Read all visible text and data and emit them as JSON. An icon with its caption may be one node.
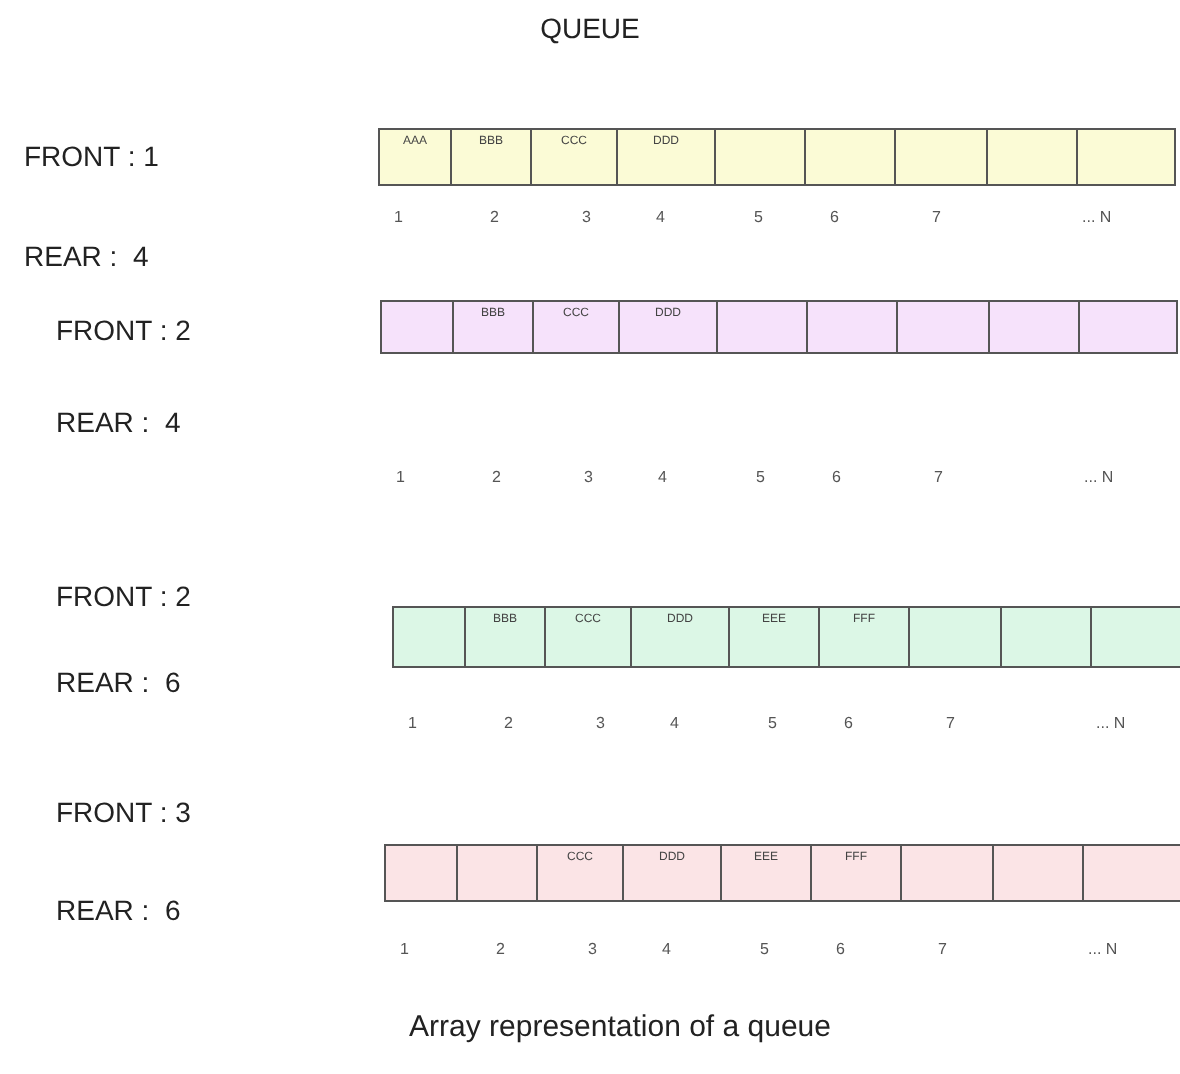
{
  "diagram": {
    "title": "QUEUE",
    "caption": "Array representation of a queue",
    "nodes": [
      {
        "text": [
          "AAA"
        ]
      },
      {
        "text": [
          "BBB"
        ]
      },
      {
        "text": [
          "CCC"
        ]
      },
      {
        "text": [
          "DDD"
        ]
      },
      {
        "text": [],
        "shape": "box"
      },
      {
        "text": [],
        "shape": "box"
      },
      {
        "text": [],
        "shape": "box"
      },
      {
        "text": [],
        "shape": "box"
      },
      {
        "text": [],
        "shape": "box"
      },
      {
        "text": [],
        "shape": "box"
      },
      {
        "text": [
          "BBB"
        ]
      },
      {
        "text": [
          "CCC"
        ]
      },
      {
        "text": [
          "DDD"
        ]
      },
      {
        "text": [],
        "shape": "box"
      },
      {
        "text": [],
        "shape": "box"
      },
      {
        "text": [],
        "shape": "box"
      },
      {
        "text": [],
        "shape": "box"
      },
      {
        "text": [],
        "shape": "box"
      },
      {
        "text": [],
        "shape": "box"
      },
      {
        "text": [
          "BBB"
        ]
      },
      {
        "text": [
          "CCC"
        ]
      },
      {
        "text": [
          "DDD"
        ]
      },
      {
        "text": [
          "EEE"
        ]
      },
      {
        "text": [
          "FFF"
        ]
      },
      {
        "text": [],
        "shape": "box"
      },
      {
        "text": [],
        "shape": "box"
      },
      {
        "text": [],
        "shape": "box"
      },
      {
        "text": [],
        "shape": "box"
      },
      {
        "text": [],
        "shape": "box"
      },
      {
        "text": [
          "CCC"
        ]
      },
      {
        "text": [
          "DDD"
        ]
      },
      {
        "text": [
          "EEE"
        ]
      },
      {
        "text": [
          "FFF"
        ]
      },
      {
        "text": [],
        "shape": "box"
      },
      {
        "text": [],
        "shape": "box"
      },
      {
        "text": [],
        "shape": "box"
      }
    ],
    "labels": [
      "FRONT : 1",
      "REAR :  4",
      "1",
      "2",
      "3",
      "4",
      "5",
      "6",
      "7",
      "... N",
      "FRONT : 2",
      "REAR :  4",
      "1",
      "2",
      "3",
      "4",
      "5",
      "6",
      "7",
      "... N",
      "FRONT : 2",
      "REAR :  6",
      "1",
      "2",
      "3",
      "4",
      "5",
      "6",
      "7",
      "... N",
      "FRONT : 3",
      "REAR :  6",
      "1",
      "2",
      "3",
      "4",
      "5",
      "6",
      "7",
      "... N"
    ]
  }
}
